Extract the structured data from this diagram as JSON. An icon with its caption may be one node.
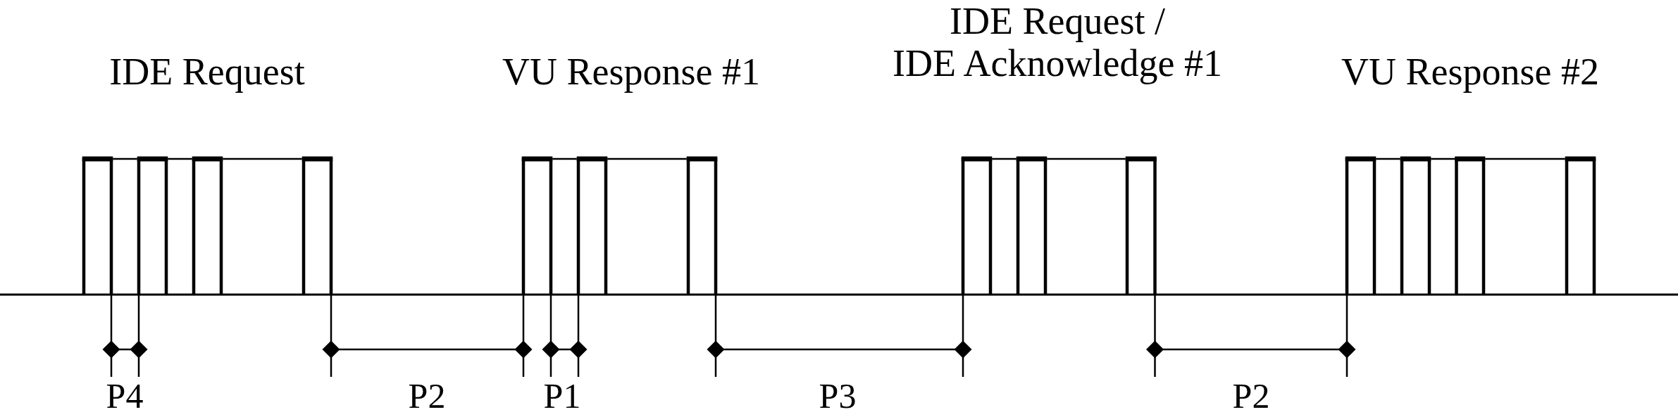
{
  "diagram": {
    "labels": [
      "IDE Request",
      "VU Response #1",
      "IDE Request / IDE Acknowledge #1",
      "VU Response #2",
      "P4",
      "P2",
      "P1",
      "P3",
      "P2"
    ]
  }
}
